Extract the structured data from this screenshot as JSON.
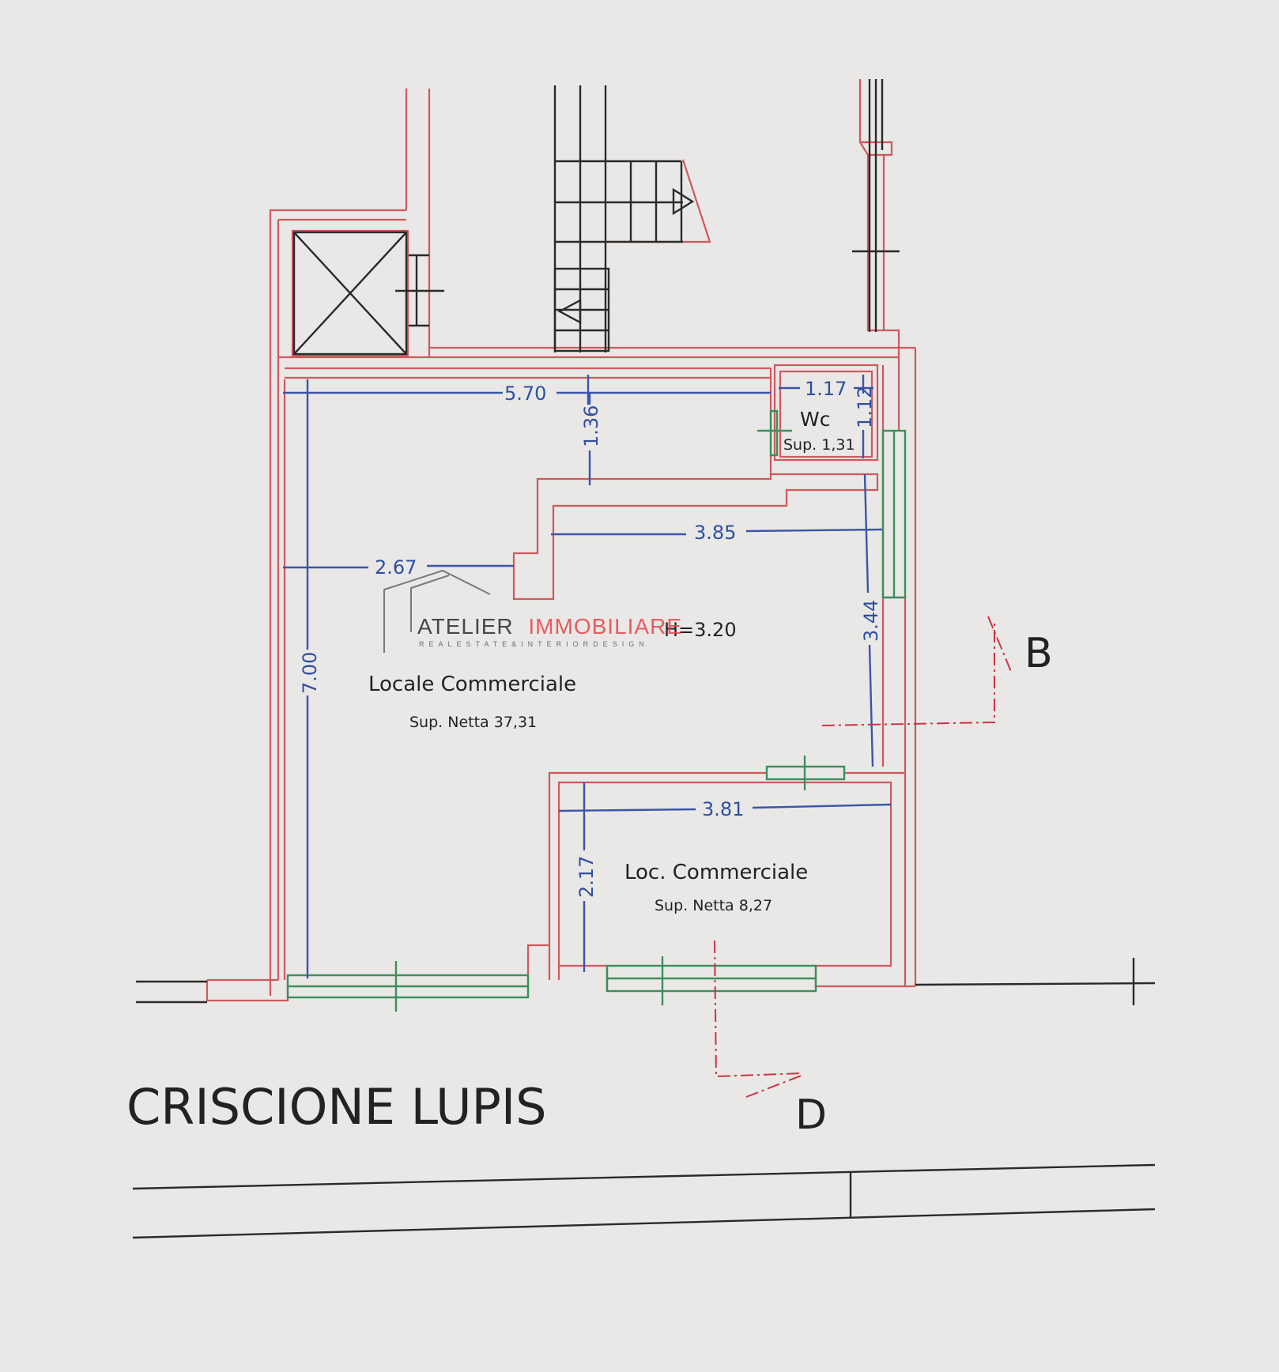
{
  "dimensions": {
    "d_570": "5.70",
    "d_117": "1.17",
    "d_112": "1.12",
    "d_136": "1.36",
    "d_385": "3.85",
    "d_267": "2.67",
    "d_344": "3.44",
    "d_700": "7.00",
    "d_381": "3.81",
    "d_217": "2.17"
  },
  "rooms": {
    "wc": {
      "name": "Wc",
      "area": "Sup. 1,31"
    },
    "main": {
      "name": "Locale Commerciale",
      "area": "Sup. Netta 37,31",
      "height": "H=3.20"
    },
    "small": {
      "name": "Loc. Commerciale",
      "area": "Sup. Netta 8,27"
    }
  },
  "section_markers": {
    "b": "B",
    "d": "D"
  },
  "street": "CRISCIONE LUPIS",
  "watermark": {
    "brand_first": "ATELIER",
    "brand_second": "IMMOBILIARE",
    "tagline": "REALESTATE&INTERIORDESIGN"
  },
  "colors": {
    "walls": "#d0585e",
    "dimensions": "#2f4ea5",
    "windows": "#3c8f5c",
    "background": "#e9e8e6"
  }
}
